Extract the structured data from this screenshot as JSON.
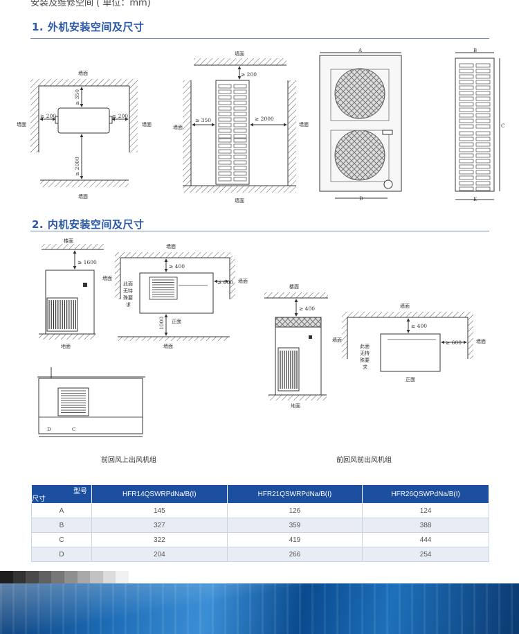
{
  "header": {
    "caption": "安装及维修空间 ( 单位：mm)"
  },
  "section1": {
    "title": "1. 外机安装空间及尺寸",
    "diag1": {
      "wall": "墙面",
      "top": "≥ 350",
      "left": "≥ 200",
      "right": "≥ 200",
      "bottom": "≥ 2000"
    },
    "diag2": {
      "wall": "墙面",
      "top": "≥ 200",
      "left": "≥ 350",
      "right": "≥ 2000"
    },
    "diag3": {
      "a": "A",
      "d": "D"
    },
    "diag4": {
      "b": "B",
      "c": "C",
      "e": "E"
    }
  },
  "section2": {
    "title": "2. 内机安装空间及尺寸",
    "upper_unit": {
      "ceiling": "楼面",
      "floor": "地面",
      "wall": "墙面",
      "front": "正面",
      "top_gap": "≥ 1600",
      "side_gap_top": "≥ 400",
      "side_gap_right": "≥ 600",
      "front_gap": "1000",
      "note": [
        "此面",
        "无特",
        "殊要",
        "求"
      ],
      "label_d": "D",
      "label_c": "C"
    },
    "front_unit": {
      "ceiling": "楼面",
      "floor": "地面",
      "wall": "墙面",
      "front": "正面",
      "top_gap": "≥ 400",
      "side_gap_top": "≥ 400",
      "side_gap_right": "≥ 600",
      "note": [
        "此面",
        "无特",
        "殊要",
        "求"
      ]
    },
    "caption_left": "前回风上出风机组",
    "caption_right": "前回风前出风机组"
  },
  "table": {
    "corner_model": "型号",
    "corner_size": "尺寸",
    "models": [
      "HFR14QSWRPdNa/B(I)",
      "HFR21QSWRPdNa/B(I)",
      "HFR26QSWPdNa/B(I)"
    ],
    "rows": [
      {
        "dim": "A",
        "values": [
          "145",
          "126",
          "124"
        ]
      },
      {
        "dim": "B",
        "values": [
          "327",
          "359",
          "388"
        ]
      },
      {
        "dim": "C",
        "values": [
          "322",
          "419",
          "444"
        ]
      },
      {
        "dim": "D",
        "values": [
          "204",
          "266",
          "254"
        ]
      }
    ]
  },
  "colors": {
    "accent": "#2a58a8",
    "table_header": "#1d4fa0",
    "table_stripe": "#e8ecf5"
  }
}
